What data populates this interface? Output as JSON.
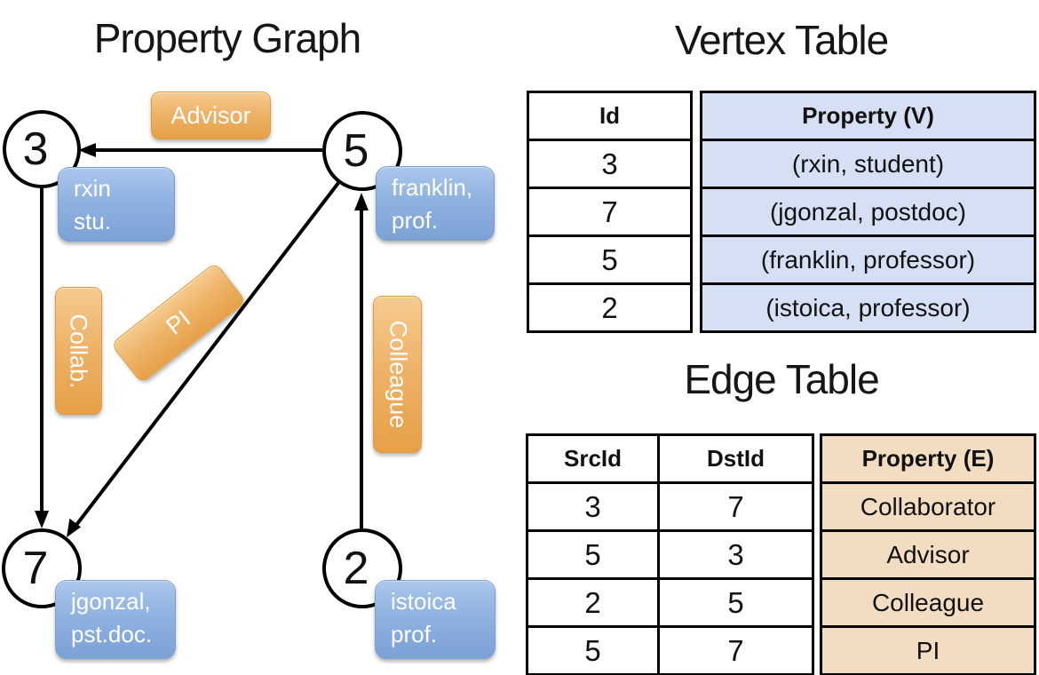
{
  "titles": {
    "graph": "Property Graph",
    "vertex_table": "Vertex Table",
    "edge_table": "Edge Table"
  },
  "graph": {
    "nodes": [
      {
        "id": "3"
      },
      {
        "id": "5"
      },
      {
        "id": "7"
      },
      {
        "id": "2"
      }
    ],
    "vertex_boxes": [
      {
        "line1": "rxin",
        "line2": "stu."
      },
      {
        "line1": "franklin,",
        "line2": "prof."
      },
      {
        "line1": "jgonzal,",
        "line2": "pst.doc."
      },
      {
        "line1": "istoica",
        "line2": "prof."
      }
    ],
    "edge_labels": {
      "advisor": "Advisor",
      "collab": "Collab.",
      "pi": "PI",
      "colleague": "Colleague"
    }
  },
  "vertex_table": {
    "col_headers": [
      "Id",
      "Property (V)"
    ],
    "rows": [
      [
        "3",
        "(rxin, student)"
      ],
      [
        "7",
        "(jgonzal, postdoc)"
      ],
      [
        "5",
        "(franklin, professor)"
      ],
      [
        "2",
        "(istoica, professor)"
      ]
    ]
  },
  "edge_table": {
    "col_headers": [
      "SrcId",
      "DstId",
      "Property (E)"
    ],
    "rows": [
      [
        "3",
        "7",
        "Collaborator"
      ],
      [
        "5",
        "3",
        "Advisor"
      ],
      [
        "2",
        "5",
        "Colleague"
      ],
      [
        "5",
        "7",
        "PI"
      ]
    ]
  },
  "colors": {
    "vertex_box_blue": "#7ba1d6",
    "edge_label_orange": "#e7a047",
    "vertex_cell_bg": "#d5e0f4",
    "edge_cell_bg": "#f2ddc2",
    "line_black": "#000000"
  }
}
